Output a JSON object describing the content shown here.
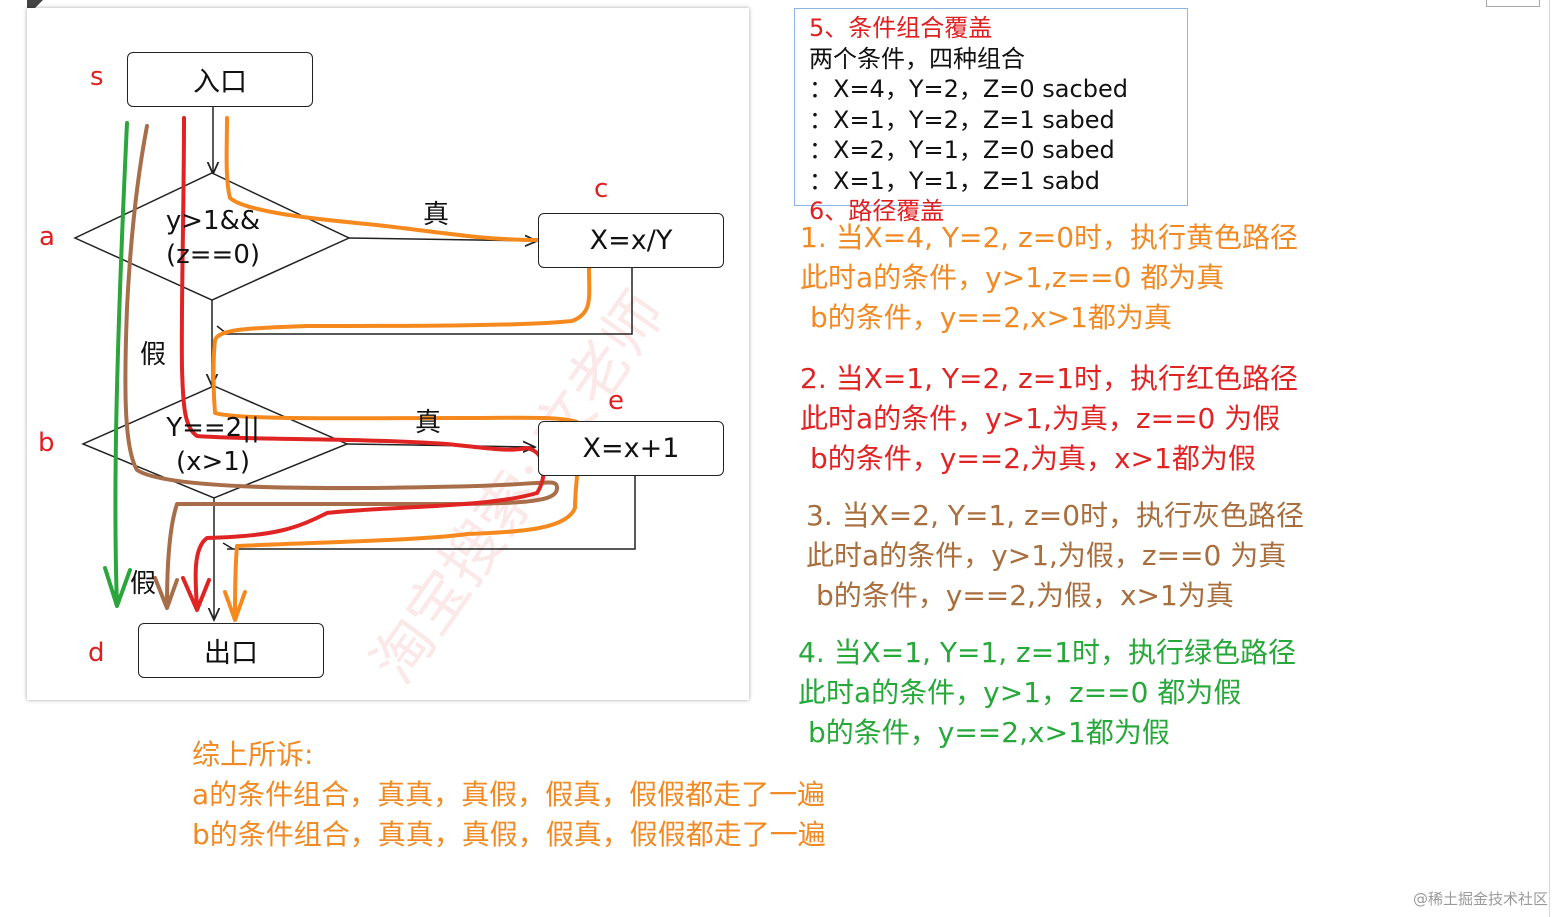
{
  "flowchart": {
    "entry_label": "入口",
    "exit_label": "出口",
    "box_c_label": "X=x/Y",
    "box_e_label": "X=x+1",
    "diamond_a_line1": "y>1&&",
    "diamond_a_line2": "(z==0)",
    "diamond_b_line1": "Y==2||",
    "diamond_b_line2": "(x>1)",
    "true_label_a": "真",
    "true_label_b": "真",
    "false_label_a": "假",
    "false_label_b": "假",
    "node_s": "s",
    "node_a": "a",
    "node_b": "b",
    "node_c": "c",
    "node_d": "d",
    "node_e": "e",
    "watermark": "淘宝搜索: 文老师",
    "path_colors": {
      "green": "#2aa63a",
      "brown": "#a86e4a",
      "red": "#e02424",
      "orange": "#f5891e"
    }
  },
  "spec": {
    "title": "5、条件组合覆盖",
    "subtitle": "两个条件，四种组合",
    "rows": [
      "：X=4，Y=2，Z=0  sacbed",
      "：X=1，Y=2，Z=1  sabed",
      "：X=2，Y=1，Z=0  sabed",
      "：X=1，Y=1，Z=1  sabd"
    ],
    "cut_line": "6、路径覆盖"
  },
  "notes": {
    "orange": {
      "line1": "1. 当X=4, Y=2, z=0时，执行黄色路径",
      "line2": "此时a的条件，y>1,z==0 都为真",
      "line3": "b的条件，y==2,x>1都为真"
    },
    "red": {
      "line1": "2. 当X=1, Y=2, z=1时，执行红色路径",
      "line2": "此时a的条件，y>1,为真，z==0 为假",
      "line3": "b的条件，y==2,为真，x>1都为假"
    },
    "brown": {
      "line1": "3. 当X=2, Y=1, z=0时，执行灰色路径",
      "line2": "此时a的条件，y>1,为假，z==0 为真",
      "line3": "b的条件，y==2,为假，x>1为真"
    },
    "green": {
      "line1": "4. 当X=1, Y=1, z=1时，执行绿色路径",
      "line2": "此时a的条件，y>1，z==0 都为假",
      "line3": "b的条件，y==2,x>1都为假"
    }
  },
  "summary": {
    "line1": "综上所诉:",
    "line2": "a的条件组合，真真，真假，假真，假假都走了一遍",
    "line3": "b的条件组合，真真，真假，假真，假假都走了一遍"
  },
  "credit": "@稀土掘金技术社区"
}
